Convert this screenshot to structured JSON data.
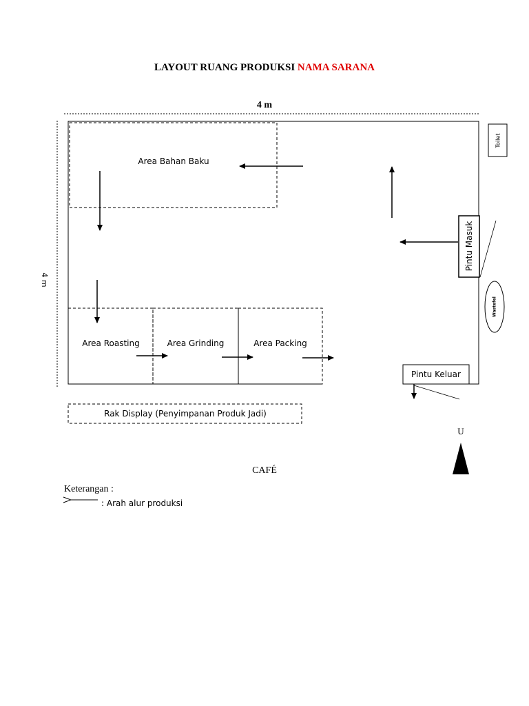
{
  "title": {
    "prefix": "LAYOUT RUANG PRODUKSI ",
    "highlight": "NAMA SARANA",
    "highlight_color": "#e00000"
  },
  "dimensions": {
    "width_label": "4 m",
    "height_label": "4 m"
  },
  "areas": {
    "bahan_baku": "Area Bahan Baku",
    "roasting": "Area Roasting",
    "grinding": "Area Grinding",
    "packing": "Area Packing",
    "rak_display": "Rak Display (Penyimpanan Produk Jadi)"
  },
  "facilities": {
    "toilet": "Toilet",
    "pintu_masuk": "Pintu Masuk",
    "wastafel": "Wastefel",
    "pintu_keluar": "Pintu Keluar"
  },
  "compass": {
    "label": "U"
  },
  "cafe_label": "CAFÉ",
  "legend": {
    "title": "Keterangan :",
    "arrow_desc": ": Arah alur produksi"
  }
}
